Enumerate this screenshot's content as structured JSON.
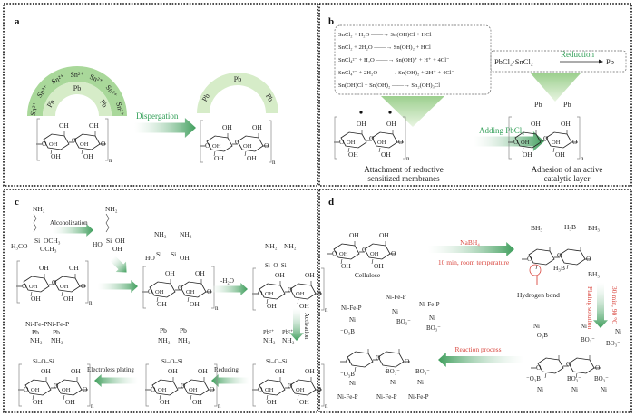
{
  "labels": {
    "oh": "OH",
    "o": "O",
    "n": "n",
    "h": "H",
    "pb": "Pb",
    "pb2": "Pb²⁺",
    "nh2": "NH₂",
    "ni": "Ni",
    "nifep": "Ni-Fe-P",
    "bo3": "BO₃⁻",
    "o3b": "⁻O₃B",
    "bh3": "BH₃",
    "h3b": "H₃B"
  },
  "panels": {
    "a": {
      "label": "a",
      "arch_outer": [
        "Sn²⁺",
        "Sn²⁺",
        "Sn²⁺",
        "Sn²⁺",
        "Sn²⁺",
        "Sn²⁺",
        "Sn²⁺"
      ],
      "arch_inner": [
        "Pb",
        "Pb",
        "Pb"
      ],
      "arrow_label": "Dispergation",
      "arch_right": [
        "Pb",
        "Pb",
        "Pb"
      ]
    },
    "b": {
      "label": "b",
      "equations": [
        "SnCl₂ + H₂O ——→ Sn(OH)Cl + HCl",
        "SnCl₂ + 2H₂O ——→ Sn(OH)₂ + HCl",
        "SnCl₄²⁻ + H₂O ——→ Sn(OH)⁺ + H⁺ + 4Cl⁻",
        "SnCl₄²⁻ + 2H₂O ——→ Sn(OH)₂ + 2H⁺ + 4Cl⁻",
        "Sn(OH)Cl + Sn(OH)₂ ——→ Sn₂(OH)₃Cl"
      ],
      "reduction_box": {
        "left": "PbCl₂·SnCl₂",
        "arrow_label": "Reduction",
        "right": "Pb"
      },
      "arrow_label": "Adding PbCl₂",
      "caption_left": [
        "Attachment of reductive",
        "sensitized membranes"
      ],
      "caption_right": [
        "Adhesion of an active",
        "catalytic layer"
      ]
    },
    "c": {
      "label": "c",
      "silane": [
        "H₃CO",
        "Si",
        "OCH₃",
        "OCH₃"
      ],
      "silanol": [
        "HO",
        "Si",
        "OH",
        "OH"
      ],
      "step_alcoholization": "Alcoholization",
      "step_dehydration": "-H₂O",
      "step_activation": "Activation",
      "step_reducing": "Reducing",
      "step_plating": "Electroless plating",
      "si_link": "Si–O–Si"
    },
    "d": {
      "label": "d",
      "cellulose": "Cellulose",
      "reagent": "NaBH₄",
      "condition": "10 min, room temperature",
      "hydrogen_bond": "Hydrogen bond",
      "plating": "Plating solution",
      "plating_condition": "30 min, 90 °C",
      "reaction": "Reaction process"
    }
  },
  "colors": {
    "arrow_green": "#3f9e5c",
    "arch_green": "#a9d89a",
    "arch_light": "#d6ecc8",
    "accent_red": "#d9473f"
  }
}
